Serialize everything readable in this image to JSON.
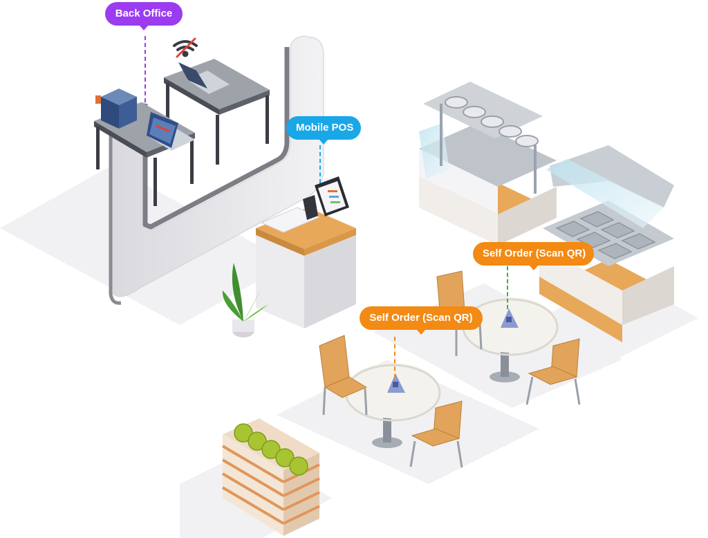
{
  "callouts": {
    "back_office": {
      "label": "Back Office",
      "color": "#9b3cf0"
    },
    "mobile_pos": {
      "label": "Mobile POS",
      "color": "#1aa7e8"
    },
    "self_order_1": {
      "label": "Self Order (Scan QR)",
      "color": "#f28a14"
    },
    "self_order_2": {
      "label": "Self Order (Scan QR)",
      "color": "#f28a14"
    }
  },
  "icons": {
    "wifi": "wifi-off-icon",
    "server": "server-icon",
    "laptop": "laptop-icon",
    "pos_terminal": "pos-terminal-icon",
    "qr_stand": "qr-code-stand-icon",
    "plant": "potted-plant-icon",
    "planter": "planter-box-icon"
  },
  "colors": {
    "wall": "#e8e8ec",
    "wood": "#e8a85a",
    "steel": "#9aa3ad",
    "floor_shadow": "#f0f0f2"
  }
}
